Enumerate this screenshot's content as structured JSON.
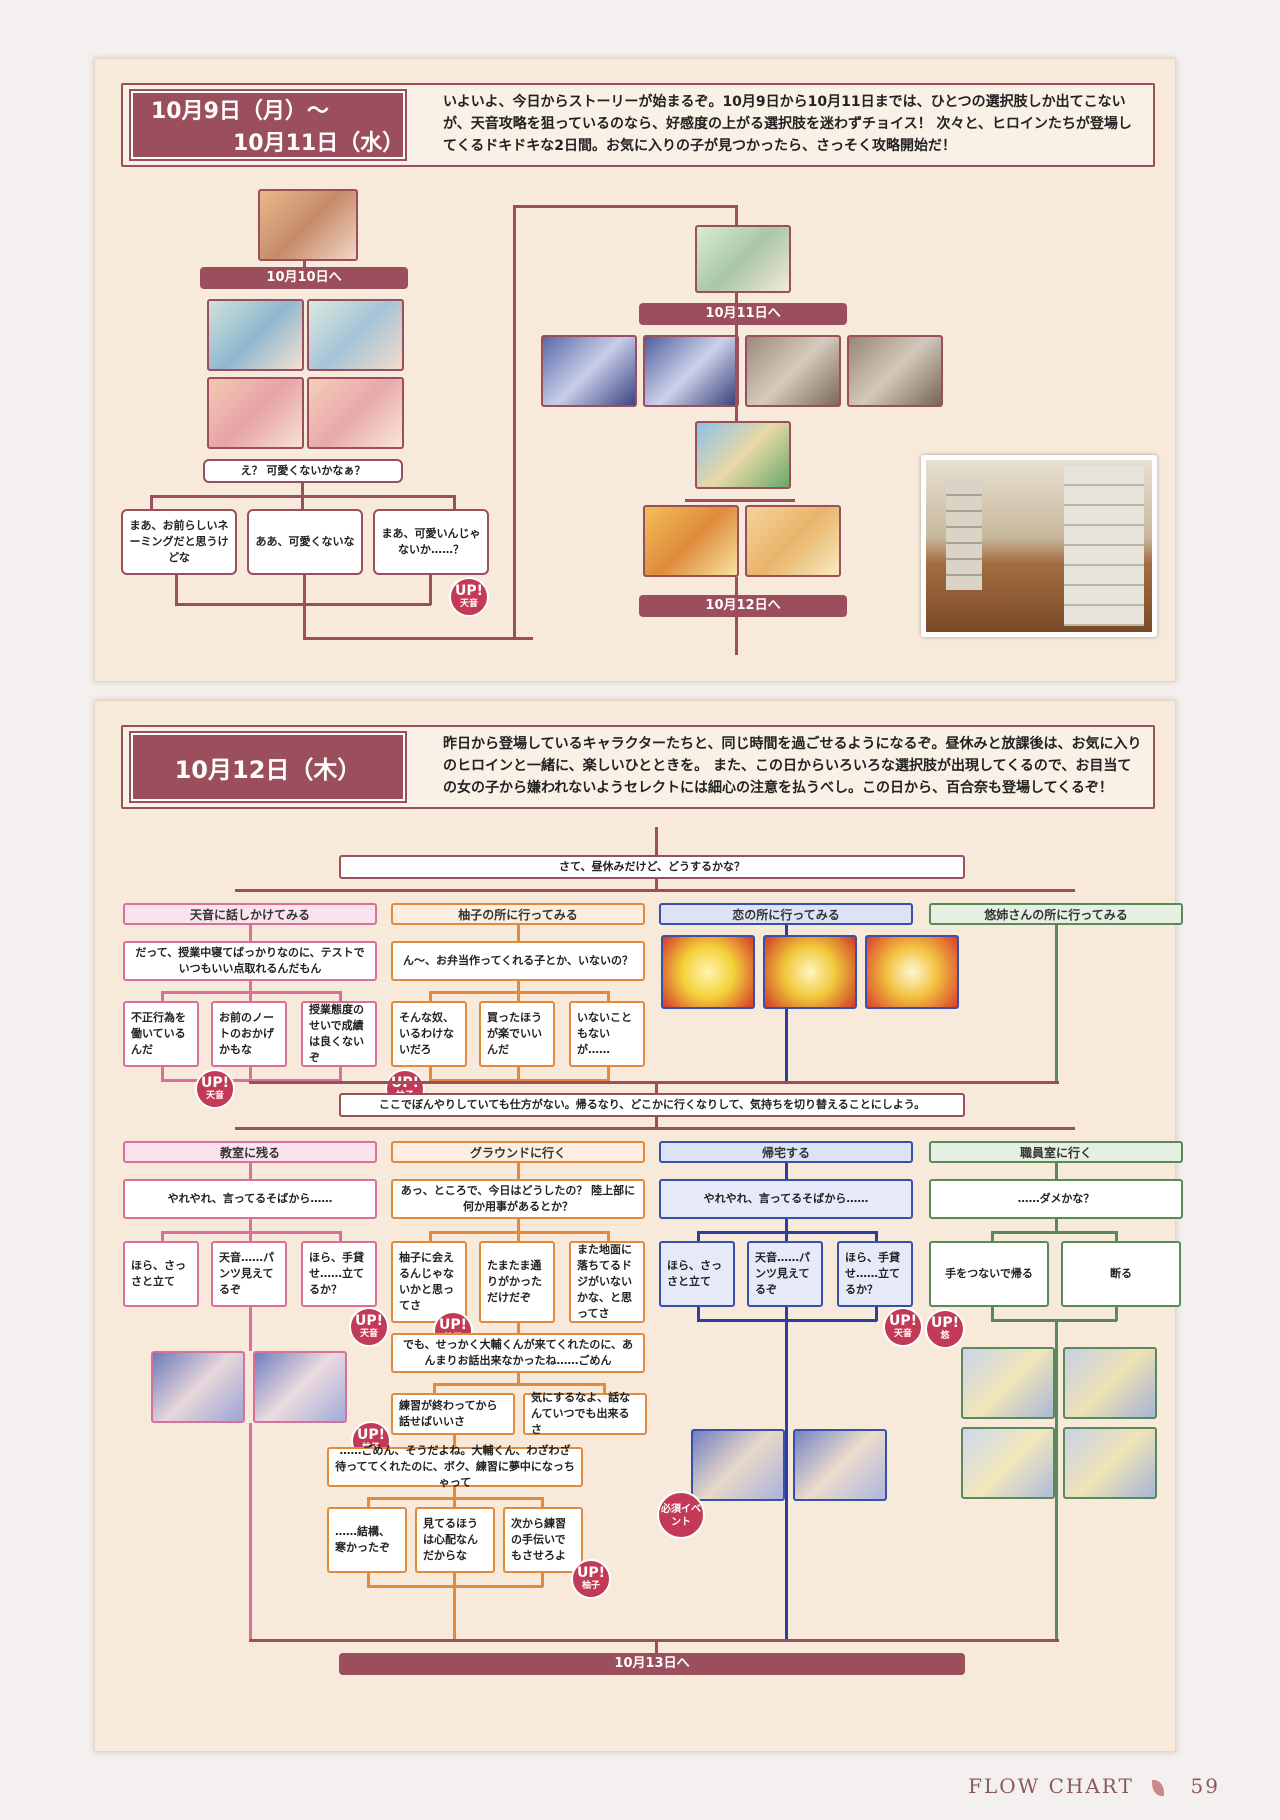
{
  "section1": {
    "date_line1": "10月9日（月）〜",
    "date_line2": "10月11日（水）",
    "intro": "いよいよ、今日からストーリーが始まるぞ。10月9日から10月11日までは、ひとつの選択肢しか出てこないが、天音攻略を狙っているのなら、好感度の上がる選択肢を迷わずチョイス！ 次々と、ヒロインたちが登場してくるドキドキな2日間。お気に入りの子が見つかったら、さっそく攻略開始だ！",
    "to_oct10": "10月10日へ",
    "to_oct11": "10月11日へ",
    "to_oct12": "10月12日へ",
    "question": "え？ 可愛くないかなぁ？",
    "choices": [
      "まあ、お前らしいネーミングだと思うけどな",
      "ああ、可愛くないな",
      "まあ、可愛いんじゃないか……？"
    ],
    "up_label": "UP!",
    "up_amane": "天音"
  },
  "section2": {
    "date": "10月12日（木）",
    "intro": "昨日から登場しているキャラクターたちと、同じ時間を過ごせるようになるぞ。昼休みと放課後は、お気に入りのヒロインと一緒に、楽しいひとときを。 また、この日からいろいろな選択肢が出現してくるので、お目当ての女の子から嫌われないようセレクトには細心の注意を払うべし。この日から、百合奈も登場してくるぞ！",
    "q_lunch": "さて、昼休みだけど、どうするかな？",
    "lunch_options": [
      "天音に話しかけてみる",
      "柚子の所に行ってみる",
      "恋の所に行ってみる",
      "悠姉さんの所に行ってみる"
    ],
    "amane_line": "だって、授業中寝てばっかりなのに、テストでいつもいい点取れるんだもん",
    "amane_choices": [
      "不正行為を働いているんだ",
      "お前のノートのおかげかもな",
      "授業態度のせいで成績は良くないぞ"
    ],
    "yuzu_line": "ん〜、お弁当作ってくれる子とか、いないの？",
    "yuzu_choices": [
      "そんな奴、いるわけないだろ",
      "買ったほうが楽でいいんだ",
      "いないこともないが……"
    ],
    "q_after": "ここでぼんやりしていても仕方がない。帰るなり、どこかに行くなりして、気持ちを切り替えることにしよう。",
    "after_options": [
      "教室に残る",
      "グラウンドに行く",
      "帰宅する",
      "職員室に行く"
    ],
    "classroom_line": "やれやれ、言ってるそばから……",
    "classroom_choices": [
      "ほら、さっさと立て",
      "天音……パンツ見えてるぞ",
      "ほら、手貸せ……立てるか？"
    ],
    "ground_line": "あっ、ところで、今日はどうしたの？ 陸上部に何か用事があるとか？",
    "ground_choices": [
      "柚子に会えるんじゃないかと思ってさ",
      "たまたま通りがかっただけだぞ",
      "また地面に落ちてるドジがいないかな、と思ってさ"
    ],
    "ground_line2": "でも、せっかく大輔くんが来てくれたのに、あんまりお話出来なかったね……ごめん",
    "ground_choices2": [
      "練習が終わってから話せばいいさ",
      "気にするなよ、話なんていつでも出来るさ"
    ],
    "ground_line3": "……ごめん、そうだよね。大輔くん、わざわざ待っててくれたのに、ボク、練習に夢中になっちゃって",
    "ground_choices3": [
      "……結構、寒かったぞ",
      "見てるほうは心配なんだからな",
      "次から練習の手伝いでもさせろよ"
    ],
    "home_line": "やれやれ、言ってるそばから……",
    "home_choices": [
      "ほら、さっさと立て",
      "天音……パンツ見えてるぞ",
      "ほら、手貸せ……立てるか？"
    ],
    "staff_line": "……ダメかな？",
    "staff_choices": [
      "手をつないで帰る",
      "断る"
    ],
    "must_event": "必須イベント",
    "to_oct13": "10月13日へ",
    "up_label": "UP!",
    "up_amane": "天音",
    "up_yuzu": "柚子",
    "up_yu": "悠"
  },
  "footer": {
    "title": "FLOW CHART",
    "page": "59"
  }
}
